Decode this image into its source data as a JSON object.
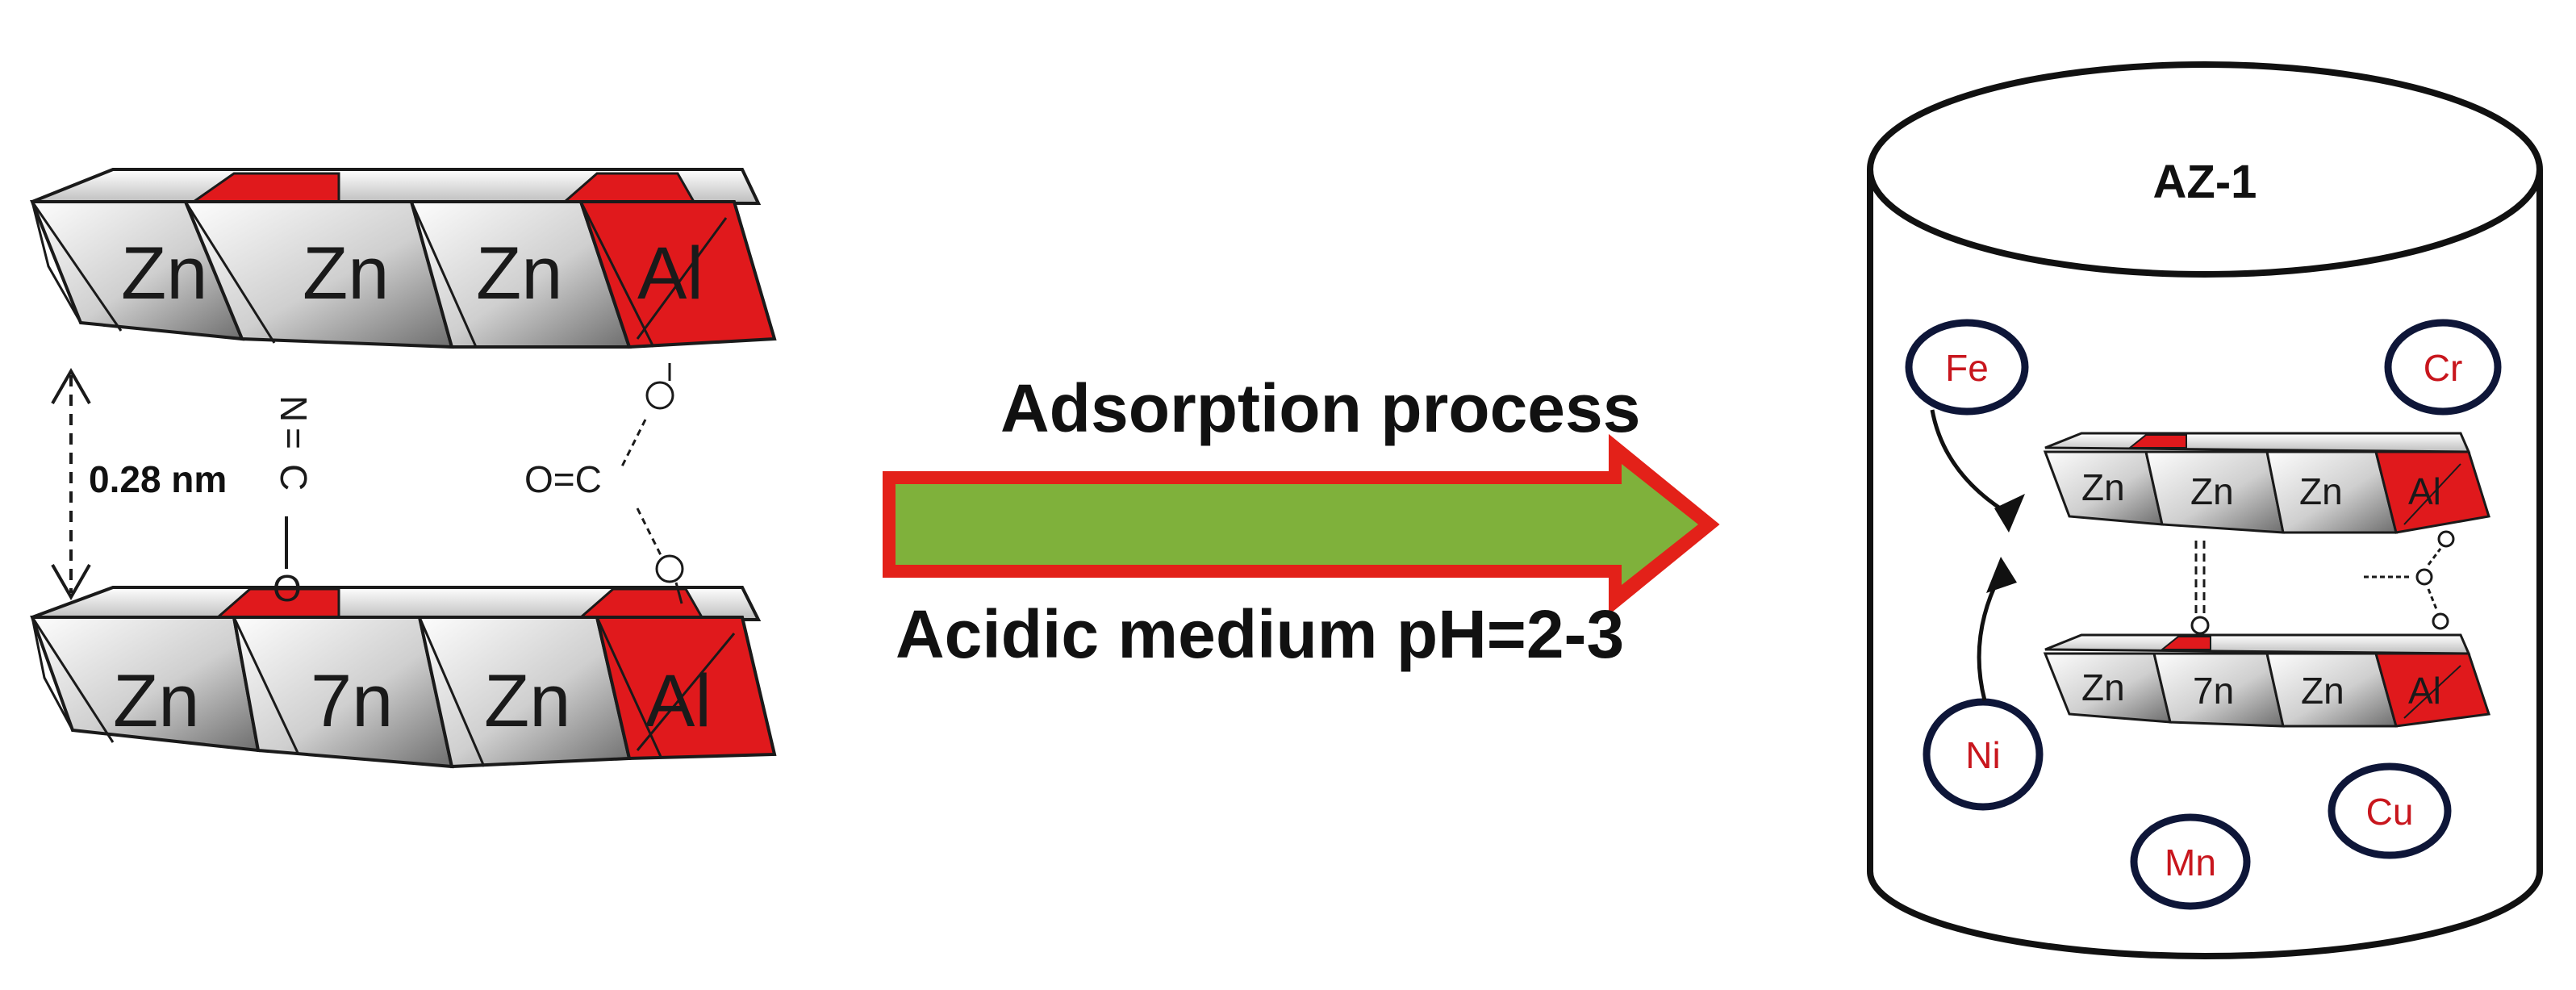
{
  "left_structure": {
    "top_layer": {
      "cells": [
        "Zn",
        "Zn",
        "Zn",
        "Al"
      ]
    },
    "bottom_layer": {
      "cells": [
        "Zn",
        "7n",
        "Zn",
        "Al"
      ]
    },
    "interlayer_distance": "0.28 nm",
    "nitrate_glyph_top": "N",
    "nitrate_glyph_eq": "=",
    "nitrate_glyph_c": "C",
    "nitrate_glyph_o": "O",
    "carbonate_glyph": "O=C"
  },
  "process_arrow": {
    "top_text": "Adsorption process",
    "bottom_text": "Acidic medium pH=2-3",
    "colors": {
      "fill": "#7fb13b",
      "outline": "#e32119"
    }
  },
  "vessel": {
    "title": "AZ-1",
    "ions": [
      {
        "name": "fe",
        "label": "Fe"
      },
      {
        "name": "cr",
        "label": "Cr"
      },
      {
        "name": "ni",
        "label": "Ni"
      },
      {
        "name": "mn",
        "label": "Mn"
      },
      {
        "name": "cu",
        "label": "Cu"
      }
    ],
    "mini_top_cells": [
      "Zn",
      "Zn",
      "Zn",
      "Al"
    ],
    "mini_bottom_cells": [
      "Zn",
      "7n",
      "Zn",
      "Al"
    ]
  },
  "colors": {
    "aluminium": "#e0191c",
    "zinc_light": "#f4f4f4",
    "zinc_dark": "#7e7e7e",
    "ion_text": "#c8161d",
    "ion_ring": "#0e1638"
  }
}
